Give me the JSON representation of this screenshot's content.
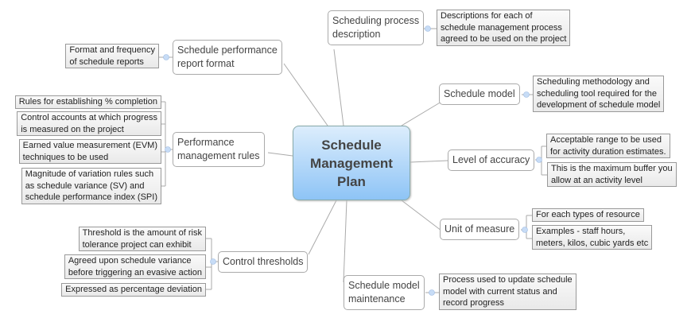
{
  "central": "Schedule\nManagement\nPlan",
  "topics": {
    "process_description": {
      "label": "Scheduling process\ndescription",
      "details": [
        "Descriptions for each of\nschedule management process\nagreed to be used on the project"
      ]
    },
    "report_format": {
      "label": "Schedule performance\nreport format",
      "details": [
        "Format and frequency\nof schedule reports"
      ]
    },
    "performance_rules": {
      "label": "Performance\nmanagement rules",
      "details": [
        "Rules for establishing % completion",
        "Control accounts at which progress\nis measured on the project",
        "Earned value measurement (EVM)\ntechniques to be used",
        "Magnitude of variation rules such\nas schedule variance (SV) and\nschedule performance index (SPI)"
      ]
    },
    "control_thresholds": {
      "label": "Control thresholds",
      "details": [
        "Threshold is the amount of risk\ntolerance project can exhibit",
        "Agreed upon schedule variance\nbefore triggering an evasive action",
        "Expressed as percentage deviation"
      ]
    },
    "model_maintenance": {
      "label": "Schedule model\nmaintenance",
      "details": [
        "Process used to update schedule\nmodel with current status and\nrecord progress"
      ]
    },
    "schedule_model": {
      "label": "Schedule model",
      "details": [
        "Scheduling methodology and\nscheduling tool required for the\ndevelopment of schedule model"
      ]
    },
    "level_of_accuracy": {
      "label": "Level of accuracy",
      "details": [
        "Acceptable range to be used\nfor activity duration estimates.",
        "This is the maximum buffer you\nallow at an activity level"
      ]
    },
    "unit_of_measure": {
      "label": "Unit of measure",
      "details": [
        "For each types of resource",
        "Examples - staff hours,\nmeters, kilos, cubic yards etc"
      ]
    }
  },
  "colors": {
    "central_top": "#dcedfc",
    "central_bottom": "#8ec4f6",
    "line": "#aaaaaa",
    "collapse_dot": "#c7dcf6"
  }
}
